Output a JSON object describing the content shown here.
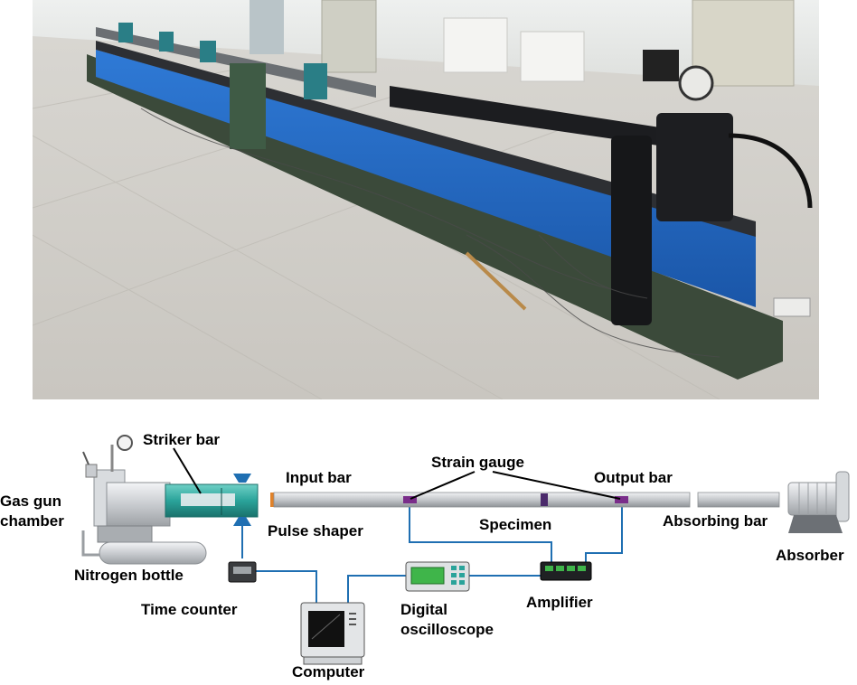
{
  "photo": {
    "description_hidden": ""
  },
  "labels": {
    "striker_bar": "Striker bar",
    "gas_gun_chamber_1": "Gas gun",
    "gas_gun_chamber_2": "chamber",
    "nitrogen_bottle": "Nitrogen bottle",
    "input_bar": "Input bar",
    "strain_gauge": "Strain gauge",
    "output_bar": "Output bar",
    "pulse_shaper": "Pulse shaper",
    "specimen": "Specimen",
    "absorbing_bar": "Absorbing bar",
    "absorber": "Absorber",
    "time_counter": "Time counter",
    "digital_oscilloscope_1": "Digital",
    "digital_oscilloscope_2": "oscilloscope",
    "amplifier": "Amplifier",
    "computer": "Computer"
  },
  "colors": {
    "wire": "#1f6fb2",
    "bar": "#c9ccd0",
    "striker_teal": "#2aa39a",
    "gauge_purple": "#7a2d8a",
    "pulse_shaper_orange": "#e0822a",
    "photo_blue": "#1e62b8"
  }
}
